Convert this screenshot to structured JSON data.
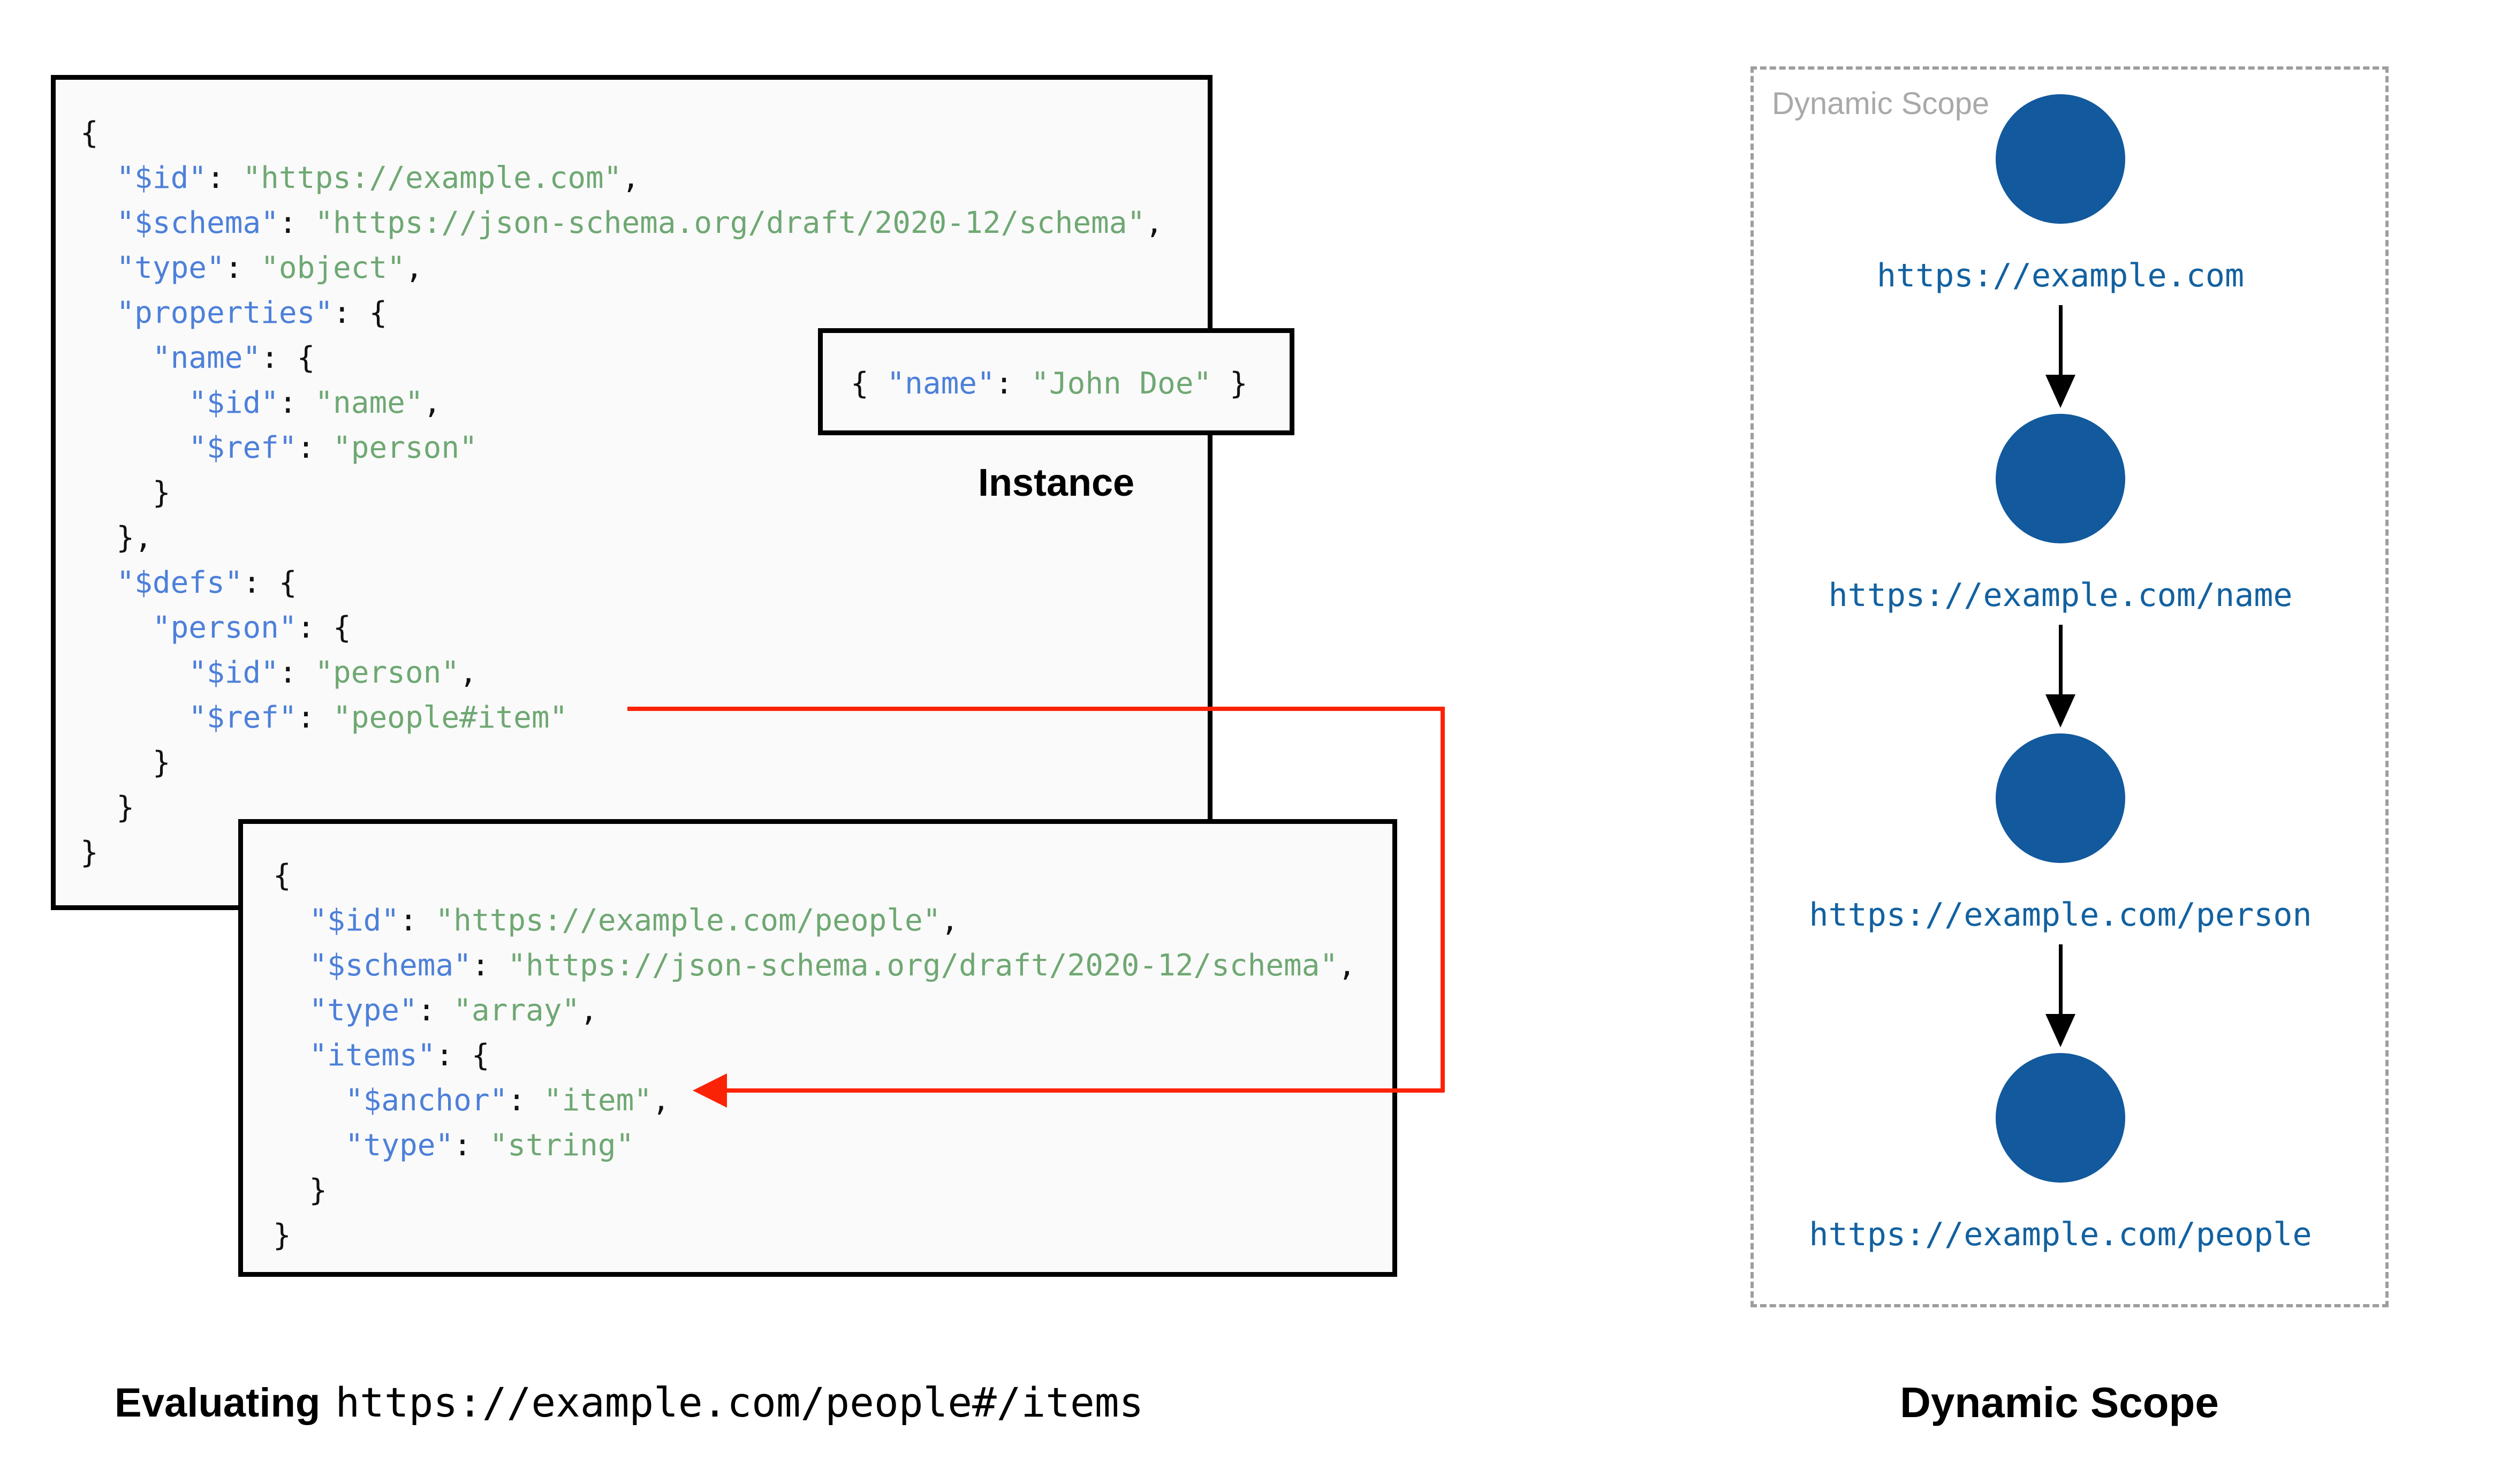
{
  "colors": {
    "key": "#4d80d9",
    "str": "#6fa873",
    "punct": "#111111",
    "box_fill": "#fafafa",
    "box_border": "#000000",
    "ref_arrow": "#fb2305",
    "node_fill": "#12599d",
    "url_text": "#1261a0",
    "dashed_border": "#9e9e9e",
    "watermark": "#a9a9a9",
    "label_text": "#000000"
  },
  "schema_root": {
    "lines": [
      [
        [
          "p",
          "{"
        ]
      ],
      [
        [
          "p",
          "  "
        ],
        [
          "k",
          "\"$id\""
        ],
        [
          "p",
          ": "
        ],
        [
          "s",
          "\"https://example.com\""
        ],
        [
          "p",
          ","
        ]
      ],
      [
        [
          "p",
          "  "
        ],
        [
          "k",
          "\"$schema\""
        ],
        [
          "p",
          ": "
        ],
        [
          "s",
          "\"https://json-schema.org/draft/2020-12/schema\""
        ],
        [
          "p",
          ","
        ]
      ],
      [
        [
          "p",
          "  "
        ],
        [
          "k",
          "\"type\""
        ],
        [
          "p",
          ": "
        ],
        [
          "s",
          "\"object\""
        ],
        [
          "p",
          ","
        ]
      ],
      [
        [
          "p",
          "  "
        ],
        [
          "k",
          "\"properties\""
        ],
        [
          "p",
          ": {"
        ]
      ],
      [
        [
          "p",
          "    "
        ],
        [
          "k",
          "\"name\""
        ],
        [
          "p",
          ": {"
        ]
      ],
      [
        [
          "p",
          "      "
        ],
        [
          "k",
          "\"$id\""
        ],
        [
          "p",
          ": "
        ],
        [
          "s",
          "\"name\""
        ],
        [
          "p",
          ","
        ]
      ],
      [
        [
          "p",
          "      "
        ],
        [
          "k",
          "\"$ref\""
        ],
        [
          "p",
          ": "
        ],
        [
          "s",
          "\"person\""
        ]
      ],
      [
        [
          "p",
          "    }"
        ]
      ],
      [
        [
          "p",
          "  },"
        ]
      ],
      [
        [
          "p",
          "  "
        ],
        [
          "k",
          "\"$defs\""
        ],
        [
          "p",
          ": {"
        ]
      ],
      [
        [
          "p",
          "    "
        ],
        [
          "k",
          "\"person\""
        ],
        [
          "p",
          ": {"
        ]
      ],
      [
        [
          "p",
          "      "
        ],
        [
          "k",
          "\"$id\""
        ],
        [
          "p",
          ": "
        ],
        [
          "s",
          "\"person\""
        ],
        [
          "p",
          ","
        ]
      ],
      [
        [
          "p",
          "      "
        ],
        [
          "k",
          "\"$ref\""
        ],
        [
          "p",
          ": "
        ],
        [
          "s",
          "\"people#item\""
        ]
      ],
      [
        [
          "p",
          "    }"
        ]
      ],
      [
        [
          "p",
          "  }"
        ]
      ],
      [
        [
          "p",
          "}"
        ]
      ]
    ]
  },
  "schema_people": {
    "lines": [
      [
        [
          "p",
          "{"
        ]
      ],
      [
        [
          "p",
          "  "
        ],
        [
          "k",
          "\"$id\""
        ],
        [
          "p",
          ": "
        ],
        [
          "s",
          "\"https://example.com/people\""
        ],
        [
          "p",
          ","
        ]
      ],
      [
        [
          "p",
          "  "
        ],
        [
          "k",
          "\"$schema\""
        ],
        [
          "p",
          ": "
        ],
        [
          "s",
          "\"https://json-schema.org/draft/2020-12/schema\""
        ],
        [
          "p",
          ","
        ]
      ],
      [
        [
          "p",
          "  "
        ],
        [
          "k",
          "\"type\""
        ],
        [
          "p",
          ": "
        ],
        [
          "s",
          "\"array\""
        ],
        [
          "p",
          ","
        ]
      ],
      [
        [
          "p",
          "  "
        ],
        [
          "k",
          "\"items\""
        ],
        [
          "p",
          ": {"
        ]
      ],
      [
        [
          "p",
          "    "
        ],
        [
          "k",
          "\"$anchor\""
        ],
        [
          "p",
          ": "
        ],
        [
          "s",
          "\"item\""
        ],
        [
          "p",
          ","
        ]
      ],
      [
        [
          "p",
          "    "
        ],
        [
          "k",
          "\"type\""
        ],
        [
          "p",
          ": "
        ],
        [
          "s",
          "\"string\""
        ]
      ],
      [
        [
          "p",
          "  }"
        ]
      ],
      [
        [
          "p",
          "}"
        ]
      ]
    ]
  },
  "instance": {
    "label": "Instance",
    "lines": [
      [
        [
          "p",
          "{ "
        ],
        [
          "k",
          "\"name\""
        ],
        [
          "p",
          ": "
        ],
        [
          "s",
          "\"John Doe\""
        ],
        [
          "p",
          " }"
        ]
      ]
    ]
  },
  "dynamic_scope": {
    "watermark": "Dynamic Scope",
    "nodes": [
      {
        "url": "https://example.com"
      },
      {
        "url": "https://example.com/name"
      },
      {
        "url": "https://example.com/person"
      },
      {
        "url": "https://example.com/people"
      }
    ]
  },
  "footer": {
    "evaluating_label": "Evaluating",
    "evaluating_uri": "https://example.com/people#/items",
    "scope_caption": "Dynamic Scope"
  }
}
